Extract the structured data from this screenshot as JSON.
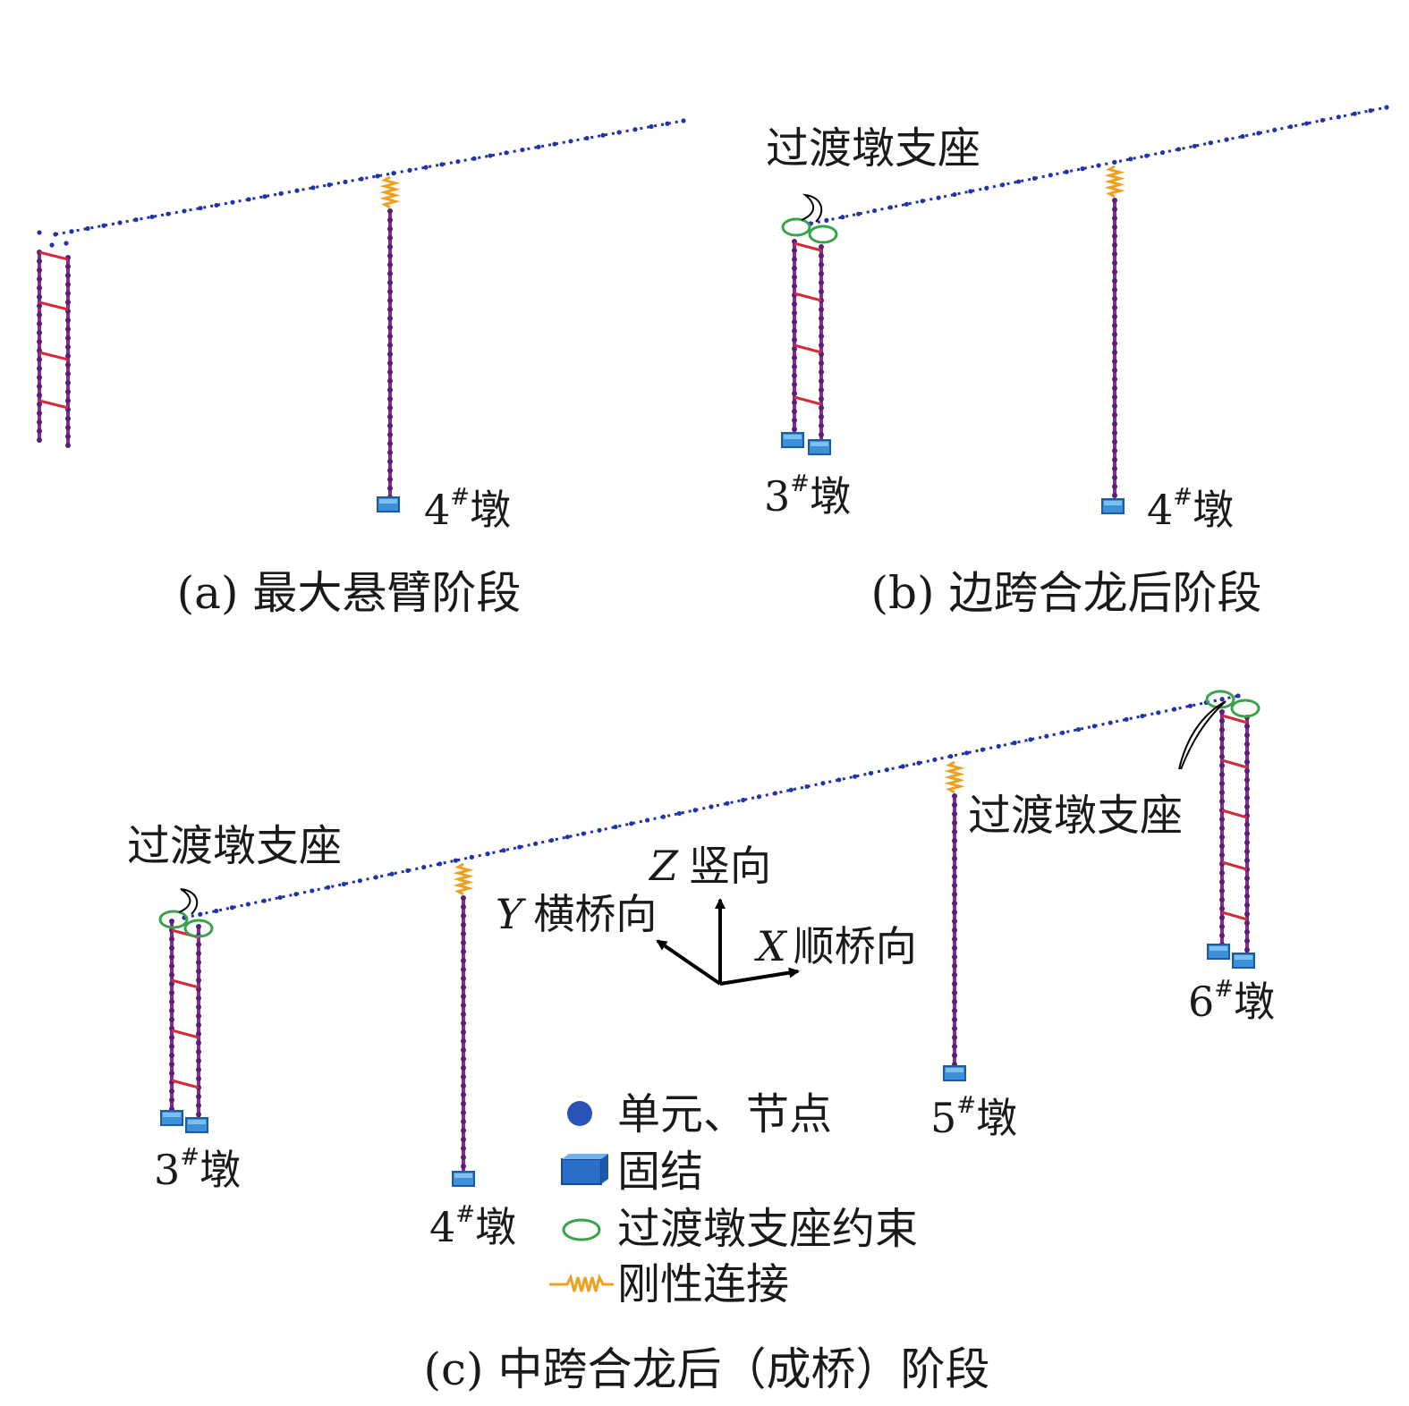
{
  "colors": {
    "node": "#2233a8",
    "pier": "#8a2c8c",
    "brace": "#d42a3c",
    "support": "#3d8fd6",
    "constraint": "#3aa24a",
    "spring": "#f0a020"
  },
  "panel_a": {
    "caption": "(a) 最大悬臂阶段",
    "pier4": {
      "num": "4",
      "sup": "#",
      "word": "墩"
    }
  },
  "panel_b": {
    "caption": "(b) 边跨合龙后阶段",
    "bearing_label": "过渡墩支座",
    "pier3": {
      "num": "3",
      "sup": "#",
      "word": "墩"
    },
    "pier4": {
      "num": "4",
      "sup": "#",
      "word": "墩"
    }
  },
  "panel_c": {
    "caption": "(c) 中跨合龙后（成桥）阶段",
    "bearing_label_left": "过渡墩支座",
    "bearing_label_right": "过渡墩支座",
    "pier3": {
      "num": "3",
      "sup": "#",
      "word": "墩"
    },
    "pier4": {
      "num": "4",
      "sup": "#",
      "word": "墩"
    },
    "pier5": {
      "num": "5",
      "sup": "#",
      "word": "墩"
    },
    "pier6": {
      "num": "6",
      "sup": "#",
      "word": "墩"
    },
    "axes": {
      "z": {
        "letter": "Z",
        "word": "竖向"
      },
      "y": {
        "letter": "Y",
        "word": "横桥向"
      },
      "x": {
        "letter": "X",
        "word": "顺桥向"
      }
    }
  },
  "legend": {
    "items": [
      {
        "icon": "node-dot-icon",
        "label": "单元、节点"
      },
      {
        "icon": "fixed-support-icon",
        "label": "固结"
      },
      {
        "icon": "constraint-ellipse-icon",
        "label": "过渡墩支座约束"
      },
      {
        "icon": "spring-icon",
        "label": "刚性连接"
      }
    ]
  }
}
